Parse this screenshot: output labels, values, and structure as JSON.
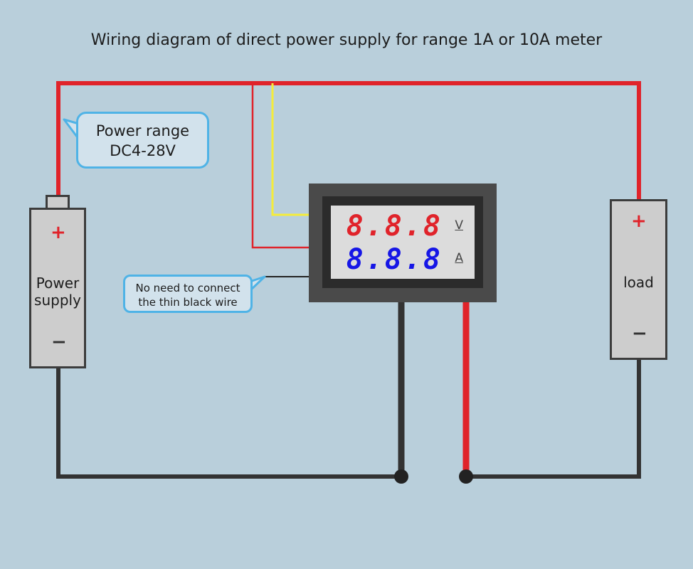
{
  "title": "Wiring diagram of direct power supply for range 1A or 10A meter",
  "power_range_note": {
    "line1": "Power range",
    "line2": "DC4-28V"
  },
  "black_wire_note": {
    "line1": "No need to connect",
    "line2": "the thin black wire"
  },
  "power_supply": {
    "label_line1": "Power",
    "label_line2": "supply",
    "plus": "+",
    "minus": "−"
  },
  "load": {
    "label": "load",
    "plus": "+",
    "minus": "−"
  },
  "meter": {
    "voltage_digits": "8.8.8",
    "current_digits": "8.8.8",
    "voltage_unit": "V",
    "current_unit": "A"
  },
  "colors": {
    "background": "#b9cfdb",
    "positive_wire": "#e0232a",
    "negative_wire": "#333333",
    "signal_wire": "#f5ec3a",
    "bubble_border": "#4fb3e6",
    "voltage_display": "#e0232a",
    "current_display": "#1616e6"
  }
}
